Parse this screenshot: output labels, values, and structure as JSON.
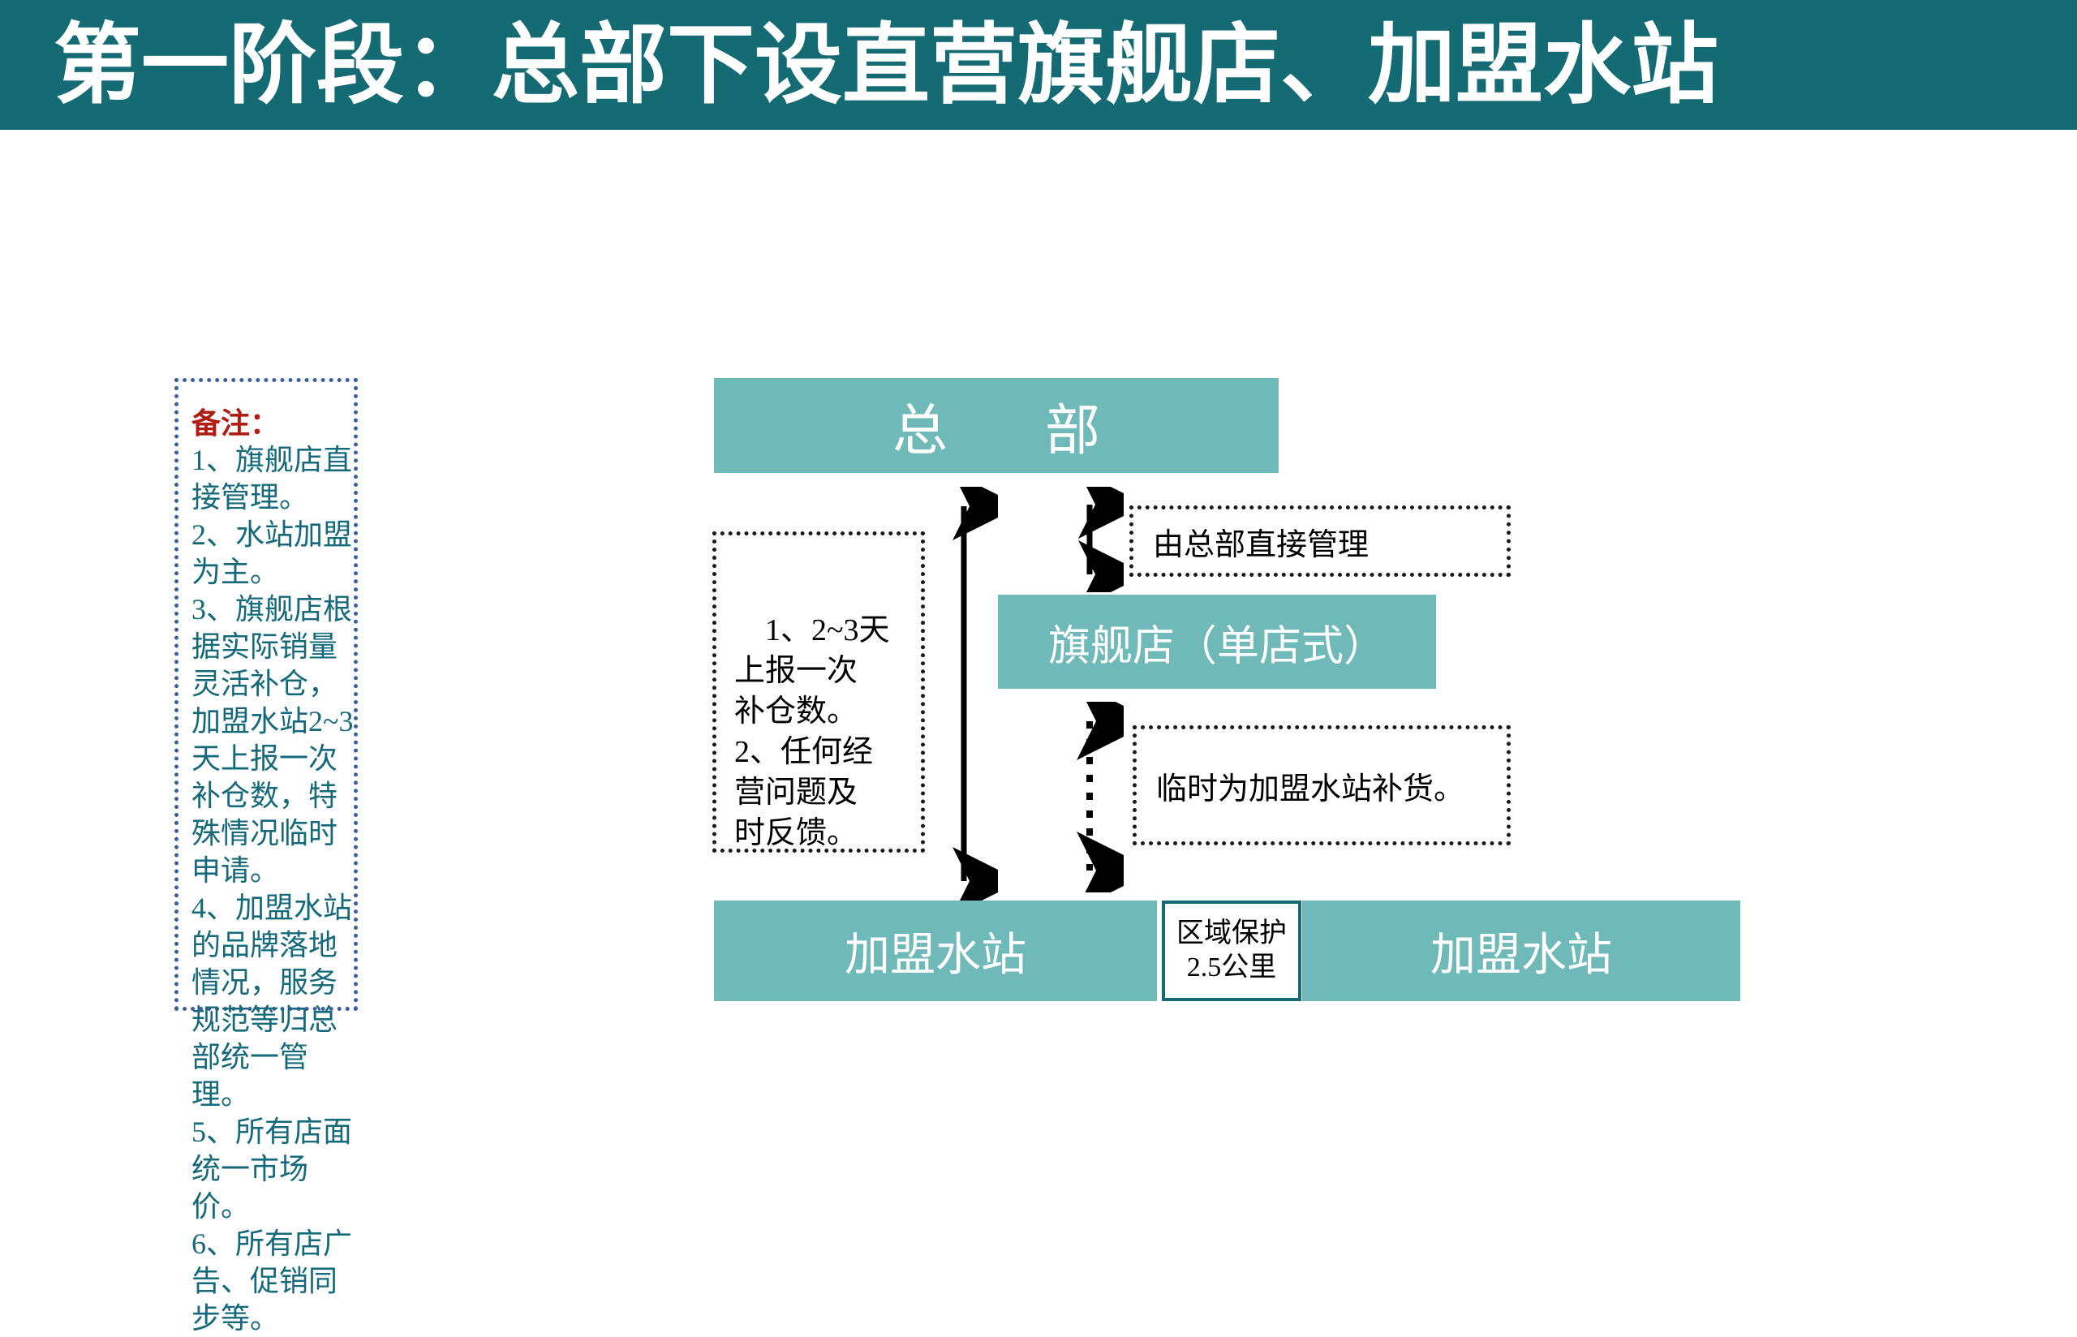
{
  "slide": {
    "title": "第一阶段：总部下设直营旗舰店、加盟水站",
    "colors": {
      "title_bar": "#156b73",
      "box_fill": "#6fb9b9",
      "notes_border": "#3a5fa0",
      "notes_title": "#b01b12",
      "notes_body": "#14697a",
      "region_border": "#156b73",
      "arrow": "#000000"
    }
  },
  "notes": {
    "heading": "备注：",
    "body": "1、旗舰店直接管理。\n2、水站加盟为主。\n3、旗舰店根据实际销量灵活补仓，加盟水站2~3天上报一次补仓数，特殊情况临时申请。\n4、加盟水站的品牌落地情况，服务规范等归总部统一管理。\n5、所有店面统一市场价。\n6、所有店广告、促销同步等。",
    "items": [
      "1、旗舰店直接管理。",
      "2、水站加盟为主。",
      "3、旗舰店根据实际销量灵活补仓，加盟水站2~3天上报一次补仓数，特殊情况临时申请。",
      "4、加盟水站的品牌落地情况，服务规范等归总部统一管理。",
      "5、所有店面统一市场价。",
      "6、所有店广告、促销同步等。"
    ]
  },
  "diagram": {
    "hq": "总　部",
    "flagship": "旗舰店（单店式）",
    "station_left": "加盟水站",
    "station_right": "加盟水站",
    "region_line1": "区域保护",
    "region_line2": "2.5公里",
    "report_note": "1、2~3天\n上报一次\n补仓数。\n2、任何经\n营问题及\n时反馈。",
    "direct_manage_note": "由总部直接管理",
    "temp_supply_note": "临时为加盟水站补货。",
    "arrows": [
      {
        "name": "hq-to-station-arrow",
        "style": "solid",
        "heads": "both"
      },
      {
        "name": "hq-to-flagship-arrow",
        "style": "solid",
        "heads": "both"
      },
      {
        "name": "flagship-to-station-arrow",
        "style": "dotted",
        "heads": "both"
      }
    ]
  }
}
